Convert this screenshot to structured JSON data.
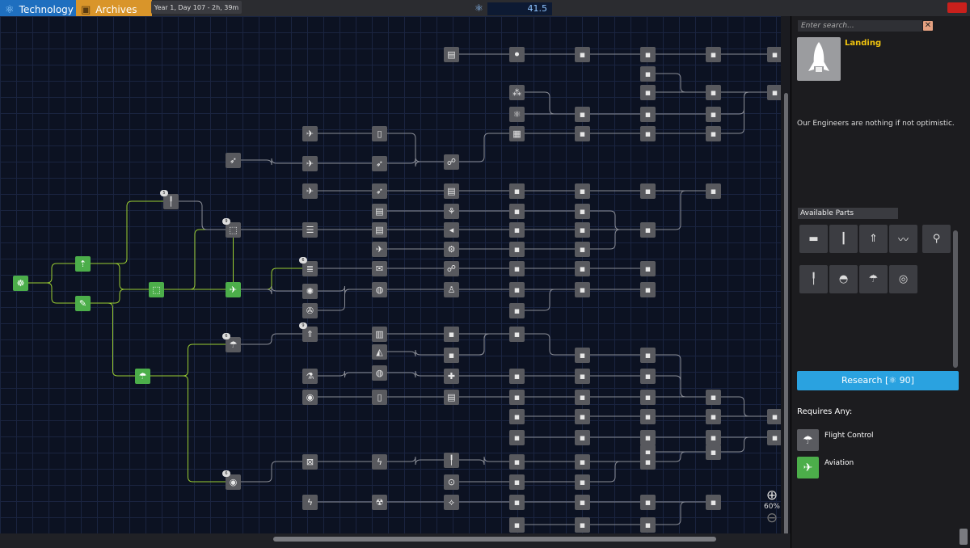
{
  "tabs": {
    "technology": "Technology",
    "archives": "Archives"
  },
  "date": "Year 1, Day 107 - 2h, 39m",
  "science": {
    "value": "41.5"
  },
  "zoom": {
    "level": "60%"
  },
  "search": {
    "placeholder": "Enter search..."
  },
  "part": {
    "title": "Landing",
    "description": "Our Engineers are nothing if not optimistic."
  },
  "available_parts": {
    "label": "Available Parts",
    "items": [
      {
        "icon": "flat-engine-part",
        "glyph": "▬"
      },
      {
        "icon": "tall-tank-part",
        "glyph": "┃"
      },
      {
        "icon": "rocket-part",
        "glyph": "⇑"
      },
      {
        "icon": "wing-part",
        "glyph": "〰"
      },
      {
        "icon": "cockpit-part",
        "glyph": "⚲"
      },
      {
        "icon": "antenna-part",
        "glyph": "╿"
      },
      {
        "icon": "dome-part",
        "glyph": "◓"
      },
      {
        "icon": "dish-part",
        "glyph": "☂"
      },
      {
        "icon": "disc-part",
        "glyph": "◎"
      }
    ]
  },
  "research": {
    "label": "Research [⚛ 90]"
  },
  "requires": {
    "label": "Requires Any:",
    "items": [
      {
        "name": "Flight Control",
        "glyph": "☂",
        "color": "#5a5b60"
      },
      {
        "name": "Aviation",
        "glyph": "✈",
        "color": "#4cae4a"
      }
    ]
  },
  "colors": {
    "accent": "#2aa2e0",
    "researched": "#4cae4a",
    "locked": "#58595e",
    "title": "#f1c40f"
  },
  "tree": {
    "nodes": [
      {
        "name": "node-start",
        "glyph": "☸",
        "g": 1
      },
      {
        "name": "node-basic-rocketry",
        "glyph": "⇡",
        "g": 1
      },
      {
        "name": "node-engineering",
        "glyph": "✎",
        "g": 1
      },
      {
        "name": "node-general-rocketry",
        "glyph": "⬚",
        "g": 1
      },
      {
        "name": "node-aviation",
        "glyph": "✈",
        "g": 1
      },
      {
        "name": "node-survivability",
        "glyph": "☂",
        "g": 1
      },
      {
        "name": "node-rocket-fuel",
        "glyph": "╿",
        "badge": "5"
      },
      {
        "name": "node-fuel-systems",
        "glyph": "⬚",
        "badge": "9"
      },
      {
        "name": "node-flight-control",
        "glyph": "☂",
        "badge": "6"
      },
      {
        "name": "node-science-tech",
        "glyph": "➶"
      },
      {
        "name": "node-electrics",
        "glyph": "◉",
        "badge": "6"
      },
      {
        "name": "node-advanced-rocketry",
        "glyph": "✈"
      },
      {
        "name": "node-heavy-rocketry",
        "glyph": "✈"
      },
      {
        "name": "node-fuel-lines",
        "glyph": "✈"
      },
      {
        "name": "node-stability",
        "glyph": "☰"
      },
      {
        "name": "node-aerodynamics",
        "glyph": "≣",
        "badge": "6"
      },
      {
        "name": "node-landing",
        "glyph": "⇑",
        "badge": "9"
      },
      {
        "name": "node-advanced-flight",
        "glyph": "✇"
      },
      {
        "name": "node-adv-exploration",
        "glyph": "✺"
      },
      {
        "name": "node-basic-science",
        "glyph": "⚗"
      },
      {
        "name": "node-electrics-2",
        "glyph": "◉"
      },
      {
        "name": "node-large-control",
        "glyph": "⊠"
      },
      {
        "name": "node-adv-electrics",
        "glyph": "ϟ"
      },
      {
        "name": "node-heavier-rocketry",
        "glyph": "▯"
      },
      {
        "name": "node-propulsion-systems",
        "glyph": "➶"
      },
      {
        "name": "node-adv-fuel",
        "glyph": "➶"
      },
      {
        "name": "node-precision",
        "glyph": "▤"
      },
      {
        "name": "node-specialized-control",
        "glyph": "▤"
      },
      {
        "name": "node-supersonic",
        "glyph": "✈"
      },
      {
        "name": "node-high-alt",
        "glyph": "✉"
      },
      {
        "name": "node-structural",
        "glyph": "◍"
      },
      {
        "name": "node-adv-landing",
        "glyph": "▥"
      },
      {
        "name": "node-field-science",
        "glyph": "◭"
      },
      {
        "name": "node-lv500",
        "glyph": "◍"
      },
      {
        "name": "node-unmanned",
        "glyph": "▯"
      },
      {
        "name": "node-adv-unmanned",
        "glyph": "ϟ"
      },
      {
        "name": "node-nuclear",
        "glyph": "☢"
      },
      {
        "name": "node-lg-vol",
        "glyph": "▤"
      },
      {
        "name": "node-adv-construction",
        "glyph": "☍"
      },
      {
        "name": "node-composites",
        "glyph": "▤"
      },
      {
        "name": "node-hyper",
        "glyph": "⚘"
      },
      {
        "name": "node-nose",
        "glyph": "◂"
      },
      {
        "name": "node-sci-1",
        "glyph": "⚙"
      },
      {
        "name": "node-sci-2",
        "glyph": "☍"
      },
      {
        "name": "node-sci-3",
        "glyph": "♙"
      },
      {
        "name": "node-sci-4",
        "glyph": "✈"
      },
      {
        "name": "node-sci-5",
        "glyph": "◭"
      },
      {
        "name": "node-sci-6",
        "glyph": "✚"
      },
      {
        "name": "node-sci-7",
        "glyph": "▤"
      },
      {
        "name": "node-sci-8",
        "glyph": "╿"
      },
      {
        "name": "node-sci-9",
        "glyph": "⊙"
      },
      {
        "name": "node-sci-10",
        "glyph": "⟡"
      },
      {
        "name": "node-sci-11",
        "glyph": "⚫"
      },
      {
        "name": "node-sci-12",
        "glyph": "⁂"
      },
      {
        "name": "node-sci-13",
        "glyph": "⚛"
      },
      {
        "name": "node-sci-14",
        "glyph": "▦"
      },
      {
        "name": "node-sci-15",
        "glyph": "✦"
      },
      {
        "name": "node-sci-16",
        "glyph": "▥"
      }
    ]
  }
}
